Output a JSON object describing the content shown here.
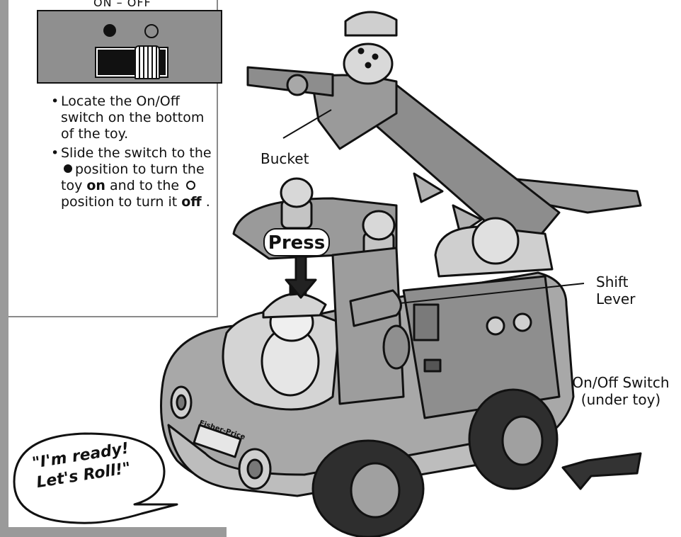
{
  "switch_panel": {
    "heading": "ON – OFF",
    "instructions": [
      {
        "bullet": "•",
        "parts": [
          {
            "t": "Locate the On/Off switch on the bottom of the toy.",
            "b": false
          }
        ]
      },
      {
        "bullet": "•",
        "parts": [
          {
            "t": "Slide the switch to the",
            "b": false
          },
          {
            "glyph": "filled-dot-icon"
          },
          {
            "t": "position to turn the toy",
            "b": false
          },
          {
            "t": "on",
            "b": true
          },
          {
            "t": "and to the",
            "b": false
          },
          {
            "glyph": "empty-dot-icon"
          },
          {
            "t": "position to turn it",
            "b": false
          },
          {
            "t": "off",
            "b": true
          },
          {
            "t": ".",
            "b": false
          }
        ]
      }
    ]
  },
  "callouts": {
    "bucket": "Bucket",
    "press": "Press",
    "shift_lever": [
      "Shift",
      "Lever"
    ],
    "on_off_switch": [
      "On/Off Switch",
      "(under toy)"
    ]
  },
  "speech_bubble": [
    "\"I'm ready!",
    "Let's Roll!\""
  ],
  "brand": "Fisher-Price",
  "colors": {
    "frame": "#9a9a9a",
    "toy_body": "#a8a8a8",
    "toy_dark": "#6f6f6f",
    "switch_box": "#8f8f8f"
  }
}
